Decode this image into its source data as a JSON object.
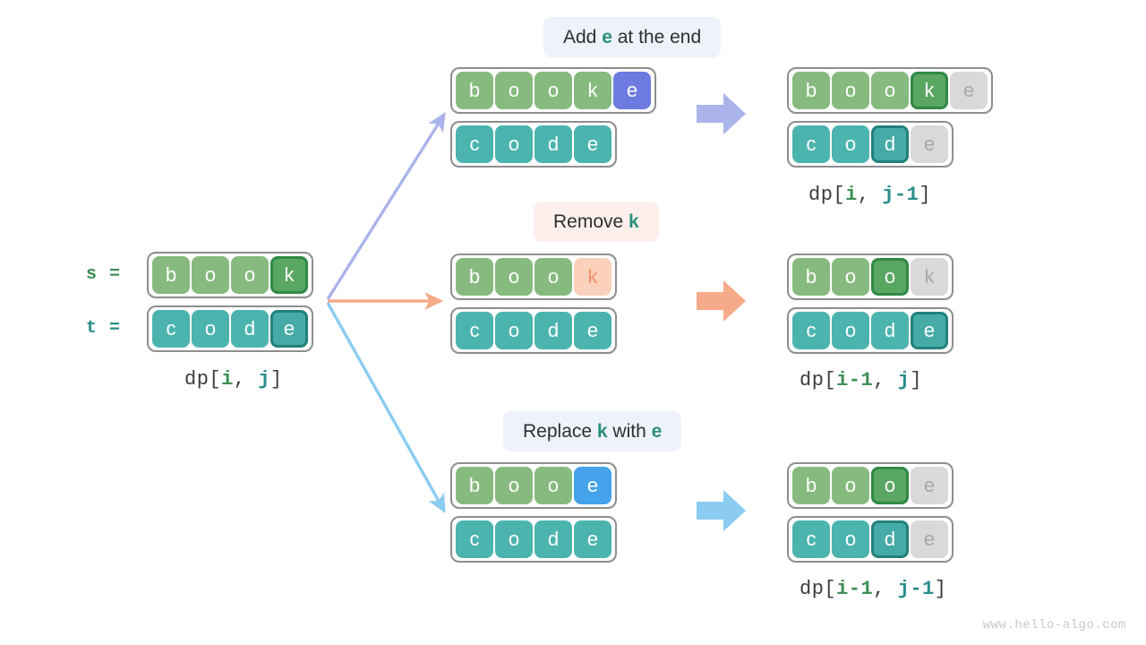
{
  "meta": {
    "watermark": "www.hello-algo.com",
    "colors": {
      "green": "#87ba7e",
      "green_highlight": "#5aa663",
      "green_border": "#2f8a45",
      "teal": "#4cb4ae",
      "teal_highlight": "#46aba6",
      "teal_border": "#23807c",
      "grey": "#d9d9d9",
      "purple": "#6d7be0",
      "blue": "#44a3eb",
      "peach": "#fbd1bb",
      "arrow_purple": "#aab4ea",
      "arrow_peach": "#f5ab8a",
      "arrow_blue": "#8ccbf2",
      "chip_blue_bg": "#eef2fb",
      "chip_pink_bg": "#fdf0ec"
    }
  },
  "source": {
    "s_label": "s  =",
    "t_label": "t  =",
    "s_cells": [
      {
        "ch": "b",
        "style": "green"
      },
      {
        "ch": "o",
        "style": "green"
      },
      {
        "ch": "o",
        "style": "green"
      },
      {
        "ch": "k",
        "style": "green-hi"
      }
    ],
    "t_cells": [
      {
        "ch": "c",
        "style": "teal"
      },
      {
        "ch": "o",
        "style": "teal"
      },
      {
        "ch": "d",
        "style": "teal"
      },
      {
        "ch": "e",
        "style": "teal-hi"
      }
    ],
    "dp": {
      "prefix": "dp[",
      "i": "i",
      "sep": ", ",
      "j": "j",
      "suffix": "]"
    }
  },
  "branches": [
    {
      "id": "add",
      "chip": {
        "pre": "Add ",
        "key": "e",
        "post": " at the end",
        "tone": "blue"
      },
      "mid_s": [
        {
          "ch": "b",
          "style": "green"
        },
        {
          "ch": "o",
          "style": "green"
        },
        {
          "ch": "o",
          "style": "green"
        },
        {
          "ch": "k",
          "style": "green"
        },
        {
          "ch": "e",
          "style": "purple"
        }
      ],
      "mid_t": [
        {
          "ch": "c",
          "style": "teal"
        },
        {
          "ch": "o",
          "style": "teal"
        },
        {
          "ch": "d",
          "style": "teal"
        },
        {
          "ch": "e",
          "style": "teal"
        }
      ],
      "res_s": [
        {
          "ch": "b",
          "style": "green"
        },
        {
          "ch": "o",
          "style": "green"
        },
        {
          "ch": "o",
          "style": "green"
        },
        {
          "ch": "k",
          "style": "green-hi"
        },
        {
          "ch": "e",
          "style": "grey"
        }
      ],
      "res_t": [
        {
          "ch": "c",
          "style": "teal"
        },
        {
          "ch": "o",
          "style": "teal"
        },
        {
          "ch": "d",
          "style": "teal-hi"
        },
        {
          "ch": "e",
          "style": "grey"
        }
      ],
      "dp": {
        "prefix": "dp[",
        "i": "i",
        "sep": ", ",
        "j": "j-1",
        "suffix": "]"
      },
      "arrow_color": "#aab4ea"
    },
    {
      "id": "remove",
      "chip": {
        "pre": "Remove ",
        "key": "k",
        "post": "",
        "tone": "pink"
      },
      "mid_s": [
        {
          "ch": "b",
          "style": "green"
        },
        {
          "ch": "o",
          "style": "green"
        },
        {
          "ch": "o",
          "style": "green"
        },
        {
          "ch": "k",
          "style": "peach"
        }
      ],
      "mid_t": [
        {
          "ch": "c",
          "style": "teal"
        },
        {
          "ch": "o",
          "style": "teal"
        },
        {
          "ch": "d",
          "style": "teal"
        },
        {
          "ch": "e",
          "style": "teal"
        }
      ],
      "res_s": [
        {
          "ch": "b",
          "style": "green"
        },
        {
          "ch": "o",
          "style": "green"
        },
        {
          "ch": "o",
          "style": "green-hi"
        },
        {
          "ch": "k",
          "style": "grey"
        }
      ],
      "res_t": [
        {
          "ch": "c",
          "style": "teal"
        },
        {
          "ch": "o",
          "style": "teal"
        },
        {
          "ch": "d",
          "style": "teal"
        },
        {
          "ch": "e",
          "style": "teal-hi"
        }
      ],
      "dp": {
        "prefix": "dp[",
        "i": "i-1",
        "sep": ", ",
        "j": "j",
        "suffix": "]"
      },
      "arrow_color": "#f5ab8a"
    },
    {
      "id": "replace",
      "chip": {
        "pre": "Replace ",
        "key": "k",
        "mid": " with ",
        "key2": "e",
        "post": "",
        "tone": "blue"
      },
      "mid_s": [
        {
          "ch": "b",
          "style": "green"
        },
        {
          "ch": "o",
          "style": "green"
        },
        {
          "ch": "o",
          "style": "green"
        },
        {
          "ch": "e",
          "style": "blue"
        }
      ],
      "mid_t": [
        {
          "ch": "c",
          "style": "teal"
        },
        {
          "ch": "o",
          "style": "teal"
        },
        {
          "ch": "d",
          "style": "teal"
        },
        {
          "ch": "e",
          "style": "teal"
        }
      ],
      "res_s": [
        {
          "ch": "b",
          "style": "green"
        },
        {
          "ch": "o",
          "style": "green"
        },
        {
          "ch": "o",
          "style": "green-hi"
        },
        {
          "ch": "e",
          "style": "grey"
        }
      ],
      "res_t": [
        {
          "ch": "c",
          "style": "teal"
        },
        {
          "ch": "o",
          "style": "teal"
        },
        {
          "ch": "d",
          "style": "teal-hi"
        },
        {
          "ch": "e",
          "style": "grey"
        }
      ],
      "dp": {
        "prefix": "dp[",
        "i": "i-1",
        "sep": ", ",
        "j": "j-1",
        "suffix": "]"
      },
      "arrow_color": "#8ccbf2"
    }
  ]
}
